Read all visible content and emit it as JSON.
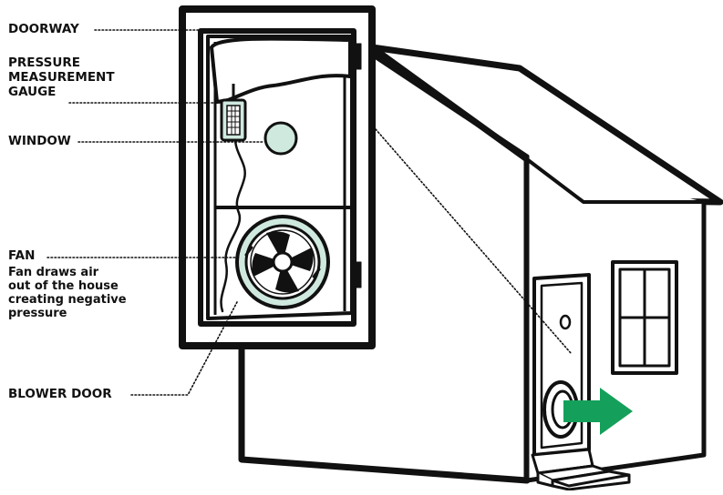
{
  "labels": {
    "doorway": "DOORWAY",
    "gauge_line1": "PRESSURE",
    "gauge_line2": "MEASUREMENT",
    "gauge_line3": "GAUGE",
    "window": "WINDOW",
    "fan": "FAN",
    "fan_desc_line1": "Fan draws air",
    "fan_desc_line2": "out of the house",
    "fan_desc_line3": "creating negative",
    "fan_desc_line4": "pressure",
    "blower_door": "BLOWER DOOR"
  },
  "colors": {
    "ink": "#111111",
    "fill_mint": "#cfe9df",
    "arrow_green": "#14a05a",
    "background": "#ffffff"
  },
  "icons": {
    "gauge": "pressure-gauge-icon",
    "fan": "fan-icon",
    "arrow": "airflow-arrow-icon"
  }
}
